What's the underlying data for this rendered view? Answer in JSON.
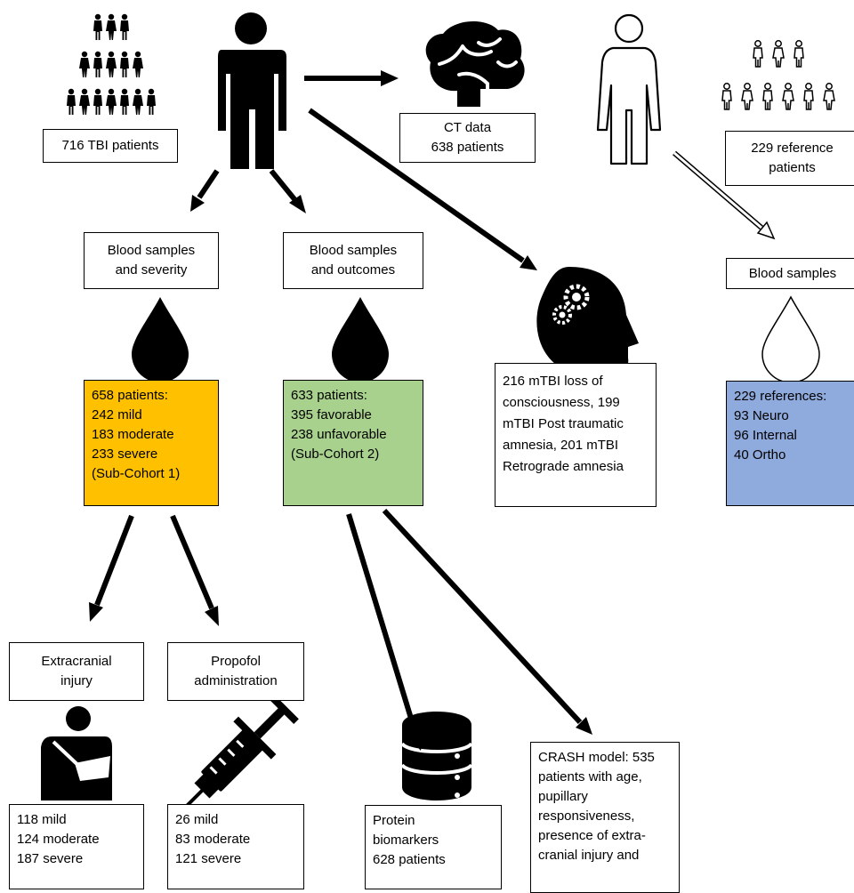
{
  "tbi": {
    "count_label": "716 TBI patients"
  },
  "ct": {
    "line1": "CT data",
    "line2": "638 patients"
  },
  "reference": {
    "line1": "229 reference",
    "line2": "patients"
  },
  "blood_severity": {
    "line1": "Blood samples",
    "line2": "and severity"
  },
  "blood_outcomes": {
    "line1": "Blood samples",
    "line2": "and outcomes"
  },
  "blood_reference": {
    "label": "Blood samples"
  },
  "sub_cohort_1": {
    "color": "#ffc000",
    "lines": [
      "658 patients:",
      "242 mild",
      "183 moderate",
      "233 severe",
      "(Sub-Cohort 1)"
    ]
  },
  "sub_cohort_2": {
    "color": "#a9d18e",
    "lines": [
      "633 patients:",
      "395 favorable",
      "238 unfavorable",
      "(Sub-Cohort 2)"
    ]
  },
  "mtbi": {
    "lines": [
      "216 mTBI loss of",
      "consciousness, 199",
      "mTBI Post traumatic",
      "amnesia, 201 mTBI",
      "Retrograde amnesia"
    ]
  },
  "references": {
    "color": "#8faadc",
    "lines": [
      "229 references:",
      "93 Neuro",
      "96 Internal",
      "40 Ortho"
    ]
  },
  "extracranial": {
    "line1": "Extracranial",
    "line2": "injury"
  },
  "propofol": {
    "line1": "Propofol",
    "line2": "administration"
  },
  "extracranial_counts": {
    "lines": [
      "118 mild",
      "124 moderate",
      "187 severe"
    ]
  },
  "propofol_counts": {
    "lines": [
      "26 mild",
      "83 moderate",
      "121 severe"
    ]
  },
  "protein": {
    "lines": [
      "Protein",
      "biomarkers",
      "628 patients"
    ]
  },
  "crash": {
    "lines": [
      "CRASH model: 535",
      "patients with age,",
      "pupillary",
      "responsiveness,",
      "presence of extra-",
      "cranial injury and"
    ]
  },
  "icons": {
    "crowd": "people-pyramid-icon",
    "patient": "person-solid-icon",
    "reference_person": "person-outline-icon",
    "reference_crowd": "people-outline-pyramid-icon",
    "brain": "brain-icon",
    "head_gears": "head-gears-icon",
    "drop_solid": "blood-drop-icon",
    "drop_outline": "drop-outline-icon",
    "arm_sling": "arm-sling-icon",
    "syringe": "syringe-icon",
    "database": "database-icon"
  }
}
